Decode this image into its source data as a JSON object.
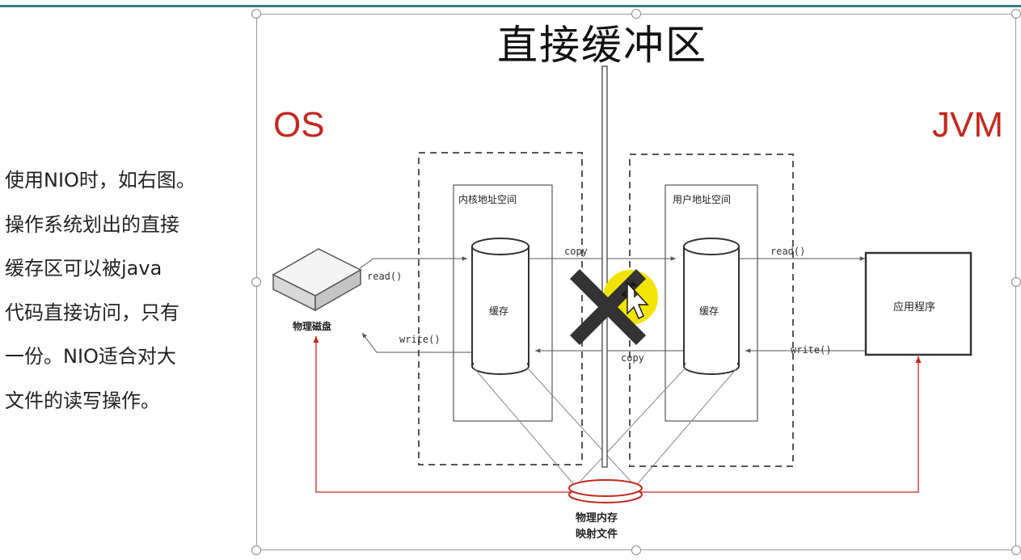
{
  "side_text": {
    "lines": [
      "使用NIO时，如右图。",
      "操作系统划出的直接",
      "缓存区可以被java",
      "代码直接访问，只有",
      "一份。NIO适合对大",
      "文件的读写操作。"
    ]
  },
  "slide": {
    "title": "直接缓冲区",
    "os_label": "OS",
    "jvm_label": "JVM",
    "kernel_space": "内核地址空间",
    "user_space": "用户地址空间",
    "cache_left": "缓存",
    "cache_right": "缓存",
    "disk_label": "物理磁盘",
    "app_label": "应用程序",
    "read_left": "read()",
    "write_left": "write()",
    "copy_top": "copy",
    "copy_bottom": "copy",
    "read_right": "read()",
    "write_right": "write()",
    "mapped_file_line1": "物理内存",
    "mapped_file_line2": "映射文件"
  },
  "colors": {
    "accent_red": "#c3281f",
    "top_bar": "#2f7d7a",
    "highlight_yellow": "#f2e400"
  },
  "icons": [
    "cross-mark-icon",
    "move-cursor-icon"
  ]
}
